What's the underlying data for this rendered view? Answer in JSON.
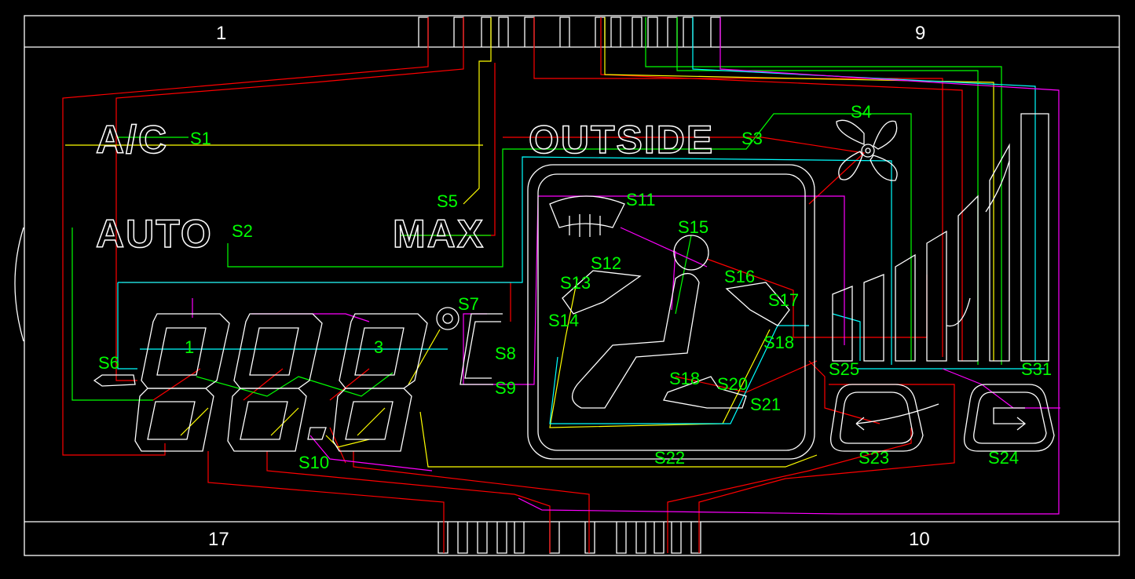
{
  "pin_labels": {
    "top_left": "1",
    "top_right": "9",
    "bottom_left": "17",
    "bottom_right": "10"
  },
  "indicators": {
    "ac": "A/C",
    "auto": "AUTO",
    "max": "MAX",
    "outside": "OUTSIDE"
  },
  "segments": {
    "s1": "S1",
    "s2": "S2",
    "s3": "S3",
    "s4": "S4",
    "s5": "S5",
    "s6": "S6",
    "s7": "S7",
    "s8": "S8",
    "s9": "S9",
    "s10": "S10",
    "s11": "S11",
    "s12": "S12",
    "s13": "S13",
    "s14": "S14",
    "s15": "S15",
    "s16": "S16",
    "s17": "S17",
    "s18a": "S18",
    "s18b": "S18",
    "s20": "S20",
    "s21": "S21",
    "s22": "S22",
    "s23": "S23",
    "s24": "S24",
    "s25": "S25",
    "s31": "S31"
  },
  "digit_marks": {
    "d1": "1",
    "d3": "3"
  },
  "colors": {
    "background": "#000000",
    "outline": "#ffffff",
    "label": "#00ff00",
    "wire_red": "#ff0000",
    "wire_yellow": "#ffff00",
    "wire_green": "#00ff00",
    "wire_cyan": "#00ffff",
    "wire_magenta": "#ff00ff"
  }
}
